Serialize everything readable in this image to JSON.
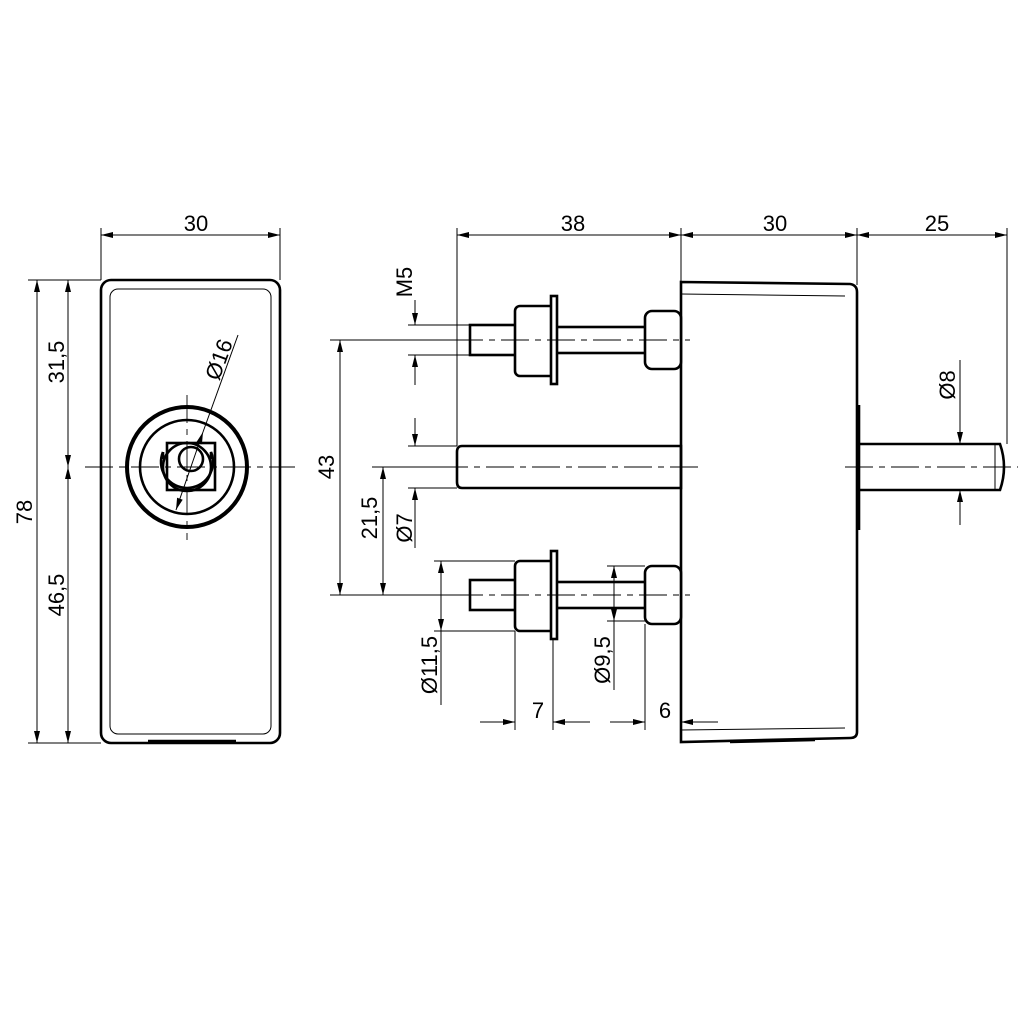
{
  "drawing": {
    "front_view": {
      "width_label": "30",
      "height_label": "78",
      "upper_label": "31,5",
      "lower_label": "46,5",
      "diameter_label": "Ø16"
    },
    "side_view": {
      "dims_top": [
        "38",
        "30",
        "25"
      ],
      "thread_label": "M5",
      "spacing_label": "43",
      "half_spacing_label": "21,5",
      "shaft_diameter_label": "Ø7",
      "bush_diameter_label": "Ø11,5",
      "nut_diameter_label": "Ø9,5",
      "bush_length_label": "7",
      "nut_length_label": "6",
      "right_shaft_label": "Ø8"
    }
  }
}
